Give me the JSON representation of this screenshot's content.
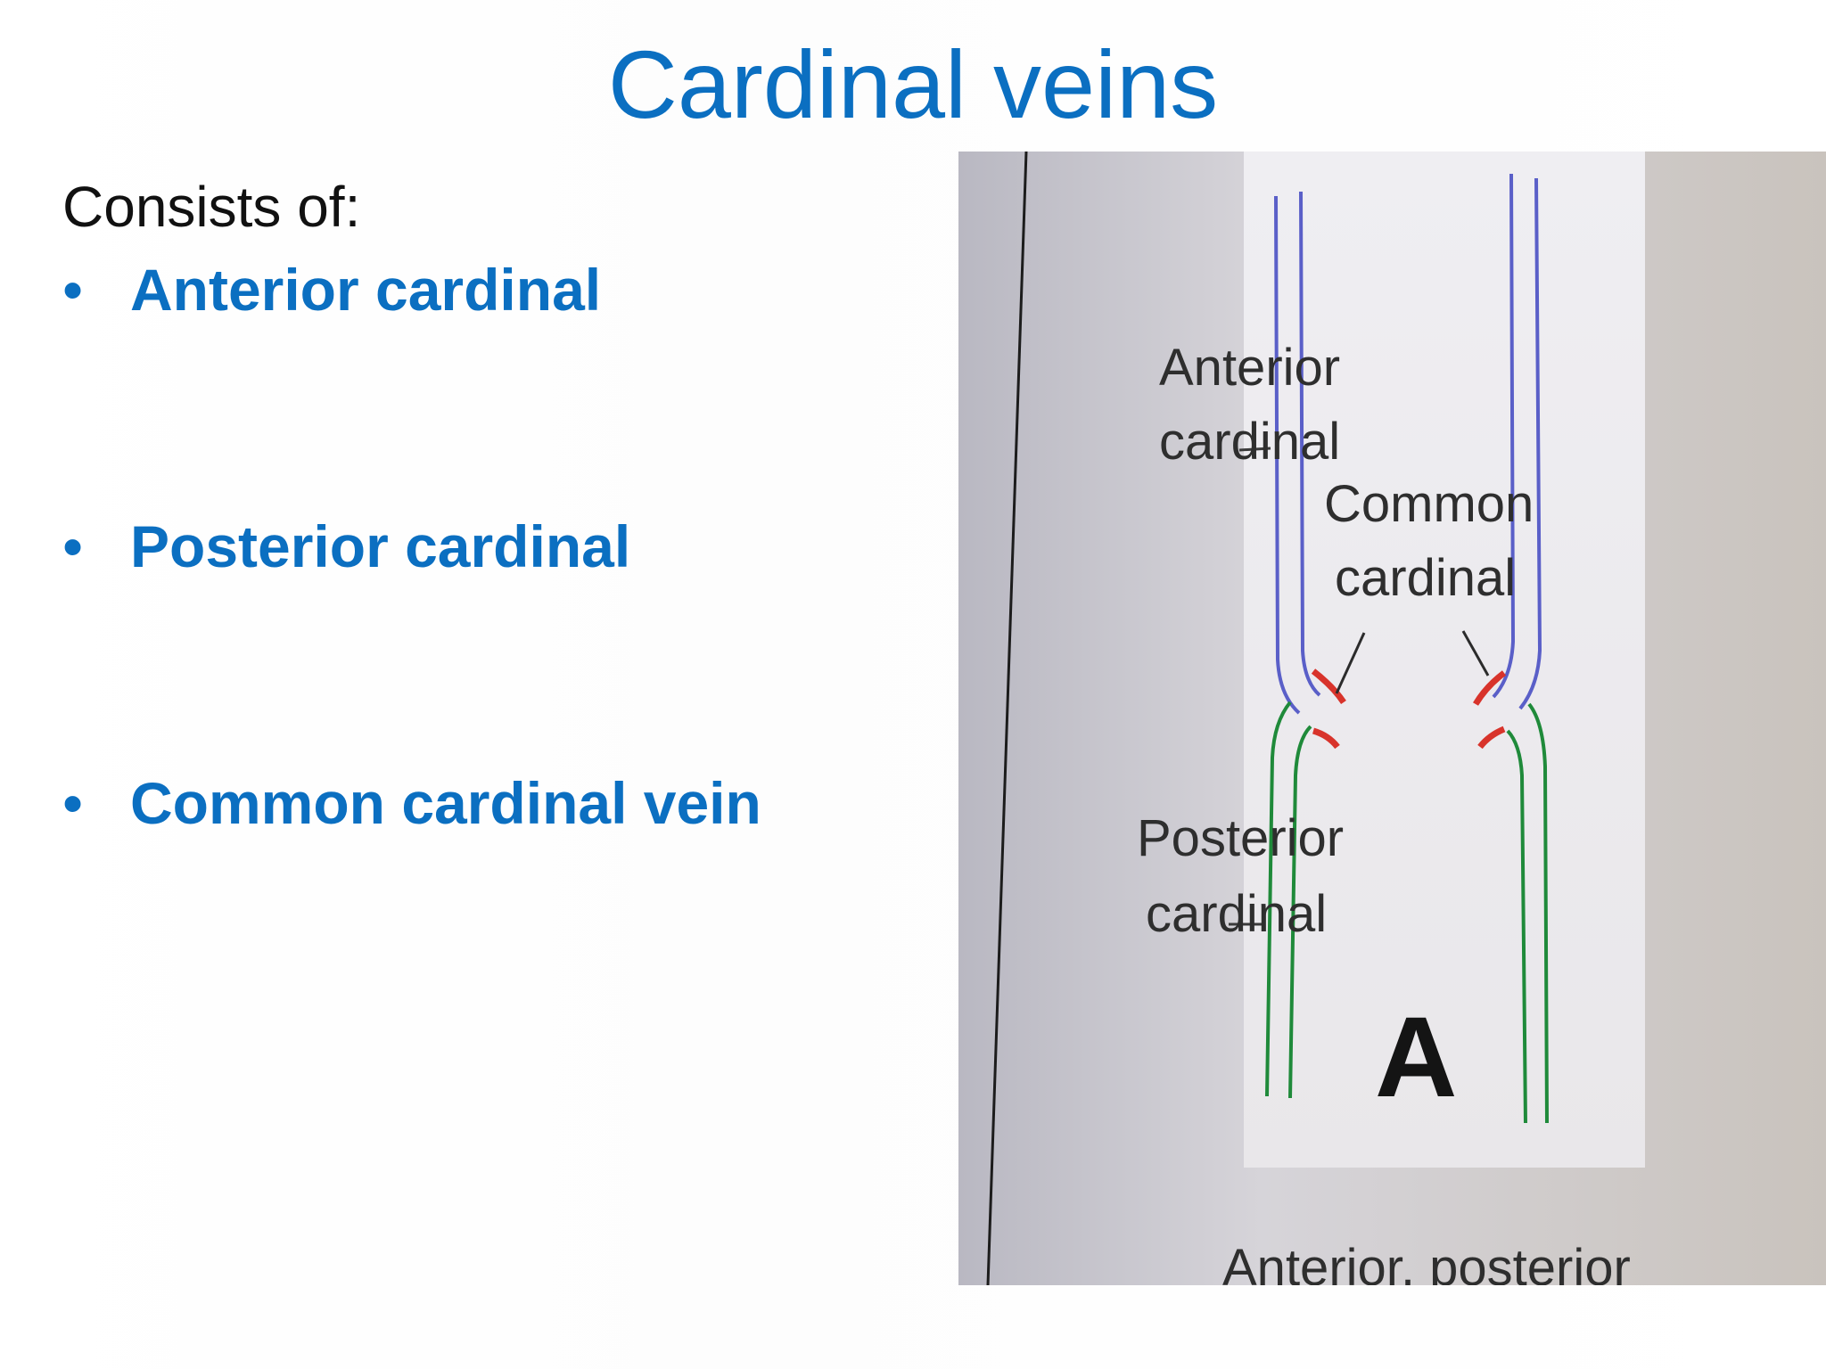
{
  "slide": {
    "title": "Cardinal veins",
    "intro": "Consists of:",
    "bullets": [
      {
        "marker": "•",
        "label": "Anterior cardinal"
      },
      {
        "marker": "•",
        "label": "Posterior cardinal"
      },
      {
        "marker": "•",
        "label": "Common cardinal vein"
      }
    ]
  },
  "figure": {
    "labels": {
      "anterior_line1": "Anterior",
      "anterior_line2": "cardinal",
      "common_line1": "Common",
      "common_line2": "cardinal",
      "posterior_line1": "Posterior",
      "posterior_line2": "cardinal",
      "panel": "A",
      "cut_caption": "Anterior, posterior"
    },
    "colors": {
      "anterior_vein": "#5a5fc8",
      "posterior_vein": "#1f8a3a",
      "common_vein": "#d8332b",
      "title": "#0b6fc1"
    }
  }
}
